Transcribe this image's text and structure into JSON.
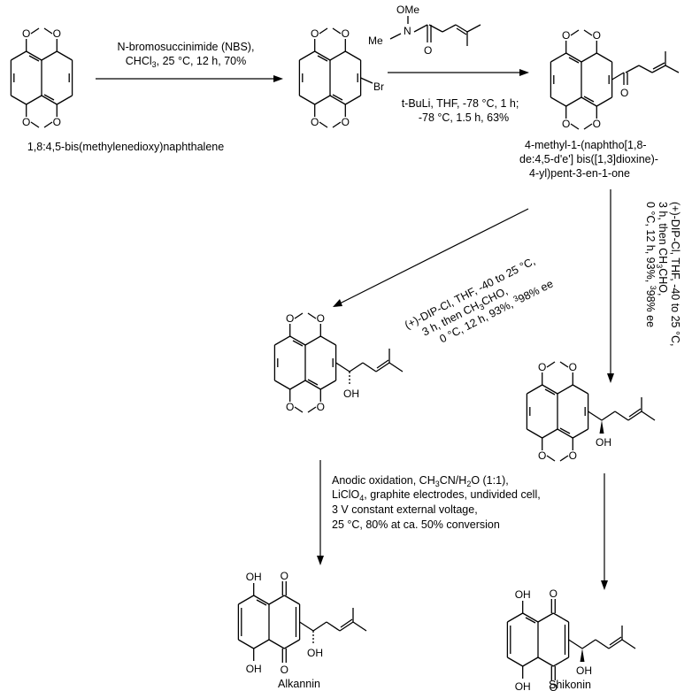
{
  "compounds": {
    "c1": {
      "name": "1,8:4,5-bis(methylenedioxy)naphthalene",
      "atoms": [
        "O",
        "O",
        "O",
        "O"
      ]
    },
    "c2": {
      "atoms": [
        "O",
        "O",
        "O",
        "O",
        "Br"
      ]
    },
    "c3": {
      "name_lines": [
        "4-methyl-1-(naphtho[1,8-",
        "de:4,5-d'e'] bis([1,3]dioxine)-",
        "4-yl)pent-3-en-1-one"
      ],
      "atoms": [
        "O",
        "O",
        "O",
        "O",
        "O"
      ]
    },
    "weinreb": {
      "atoms": [
        "OMe",
        "N",
        "Me",
        "O"
      ]
    },
    "c4": {
      "atoms": [
        "O",
        "O",
        "O",
        "O",
        "OH"
      ]
    },
    "c5": {
      "atoms": [
        "O",
        "O",
        "O",
        "O",
        "OH"
      ]
    },
    "alkannin": {
      "name": "Alkannin",
      "atoms": [
        "OH",
        "O",
        "OH",
        "O",
        "OH"
      ]
    },
    "shikonin": {
      "name": "Shikonin",
      "atoms": [
        "OH",
        "O",
        "OH",
        "O",
        "OH"
      ]
    }
  },
  "steps": {
    "step1": {
      "line1": "N-bromosuccinimide (NBS),",
      "line2_a": "CHCl",
      "line2_sub": "3",
      "line2_b": ", 25 °C, 12 h, 70%"
    },
    "step2": {
      "line1": "t-BuLi, THF, -78 °C, 1 h;",
      "line2": "-78 °C, 1.5 h, 63%"
    },
    "step3": {
      "line1": "(+)-DIP-Cl, THF, -40 to 25 °C,",
      "line2_a": "3 h, then CH",
      "line2_sub": "3",
      "line2_b": "CHO,",
      "line3_a": "0 °C, 12 h, 93%, ",
      "line3_sup": "3",
      "line3_b": "98% ee"
    },
    "step4": {
      "line1": "(+)-DIP-Cl, THF, -40 to 25 °C,",
      "line2_a": "3 h, then CH",
      "line2_sub": "3",
      "line2_b": "CHO,",
      "line3_a": "0 °C, 12 h, 93%, ",
      "line3_sup": "3",
      "line3_b": "98% ee"
    },
    "step5": {
      "line1_a": "Anodic oxidation, CH",
      "line1_sub1": "3",
      "line1_b": "CN/H",
      "line1_sub2": "2",
      "line1_c": "O (1:1),",
      "line2_a": "LiClO",
      "line2_sub": "4",
      "line2_b": ", graphite electrodes, undivided cell,",
      "line3": "3 V constant external voltage,",
      "line4": "25 °C, 80% at ca. 50% conversion"
    }
  }
}
